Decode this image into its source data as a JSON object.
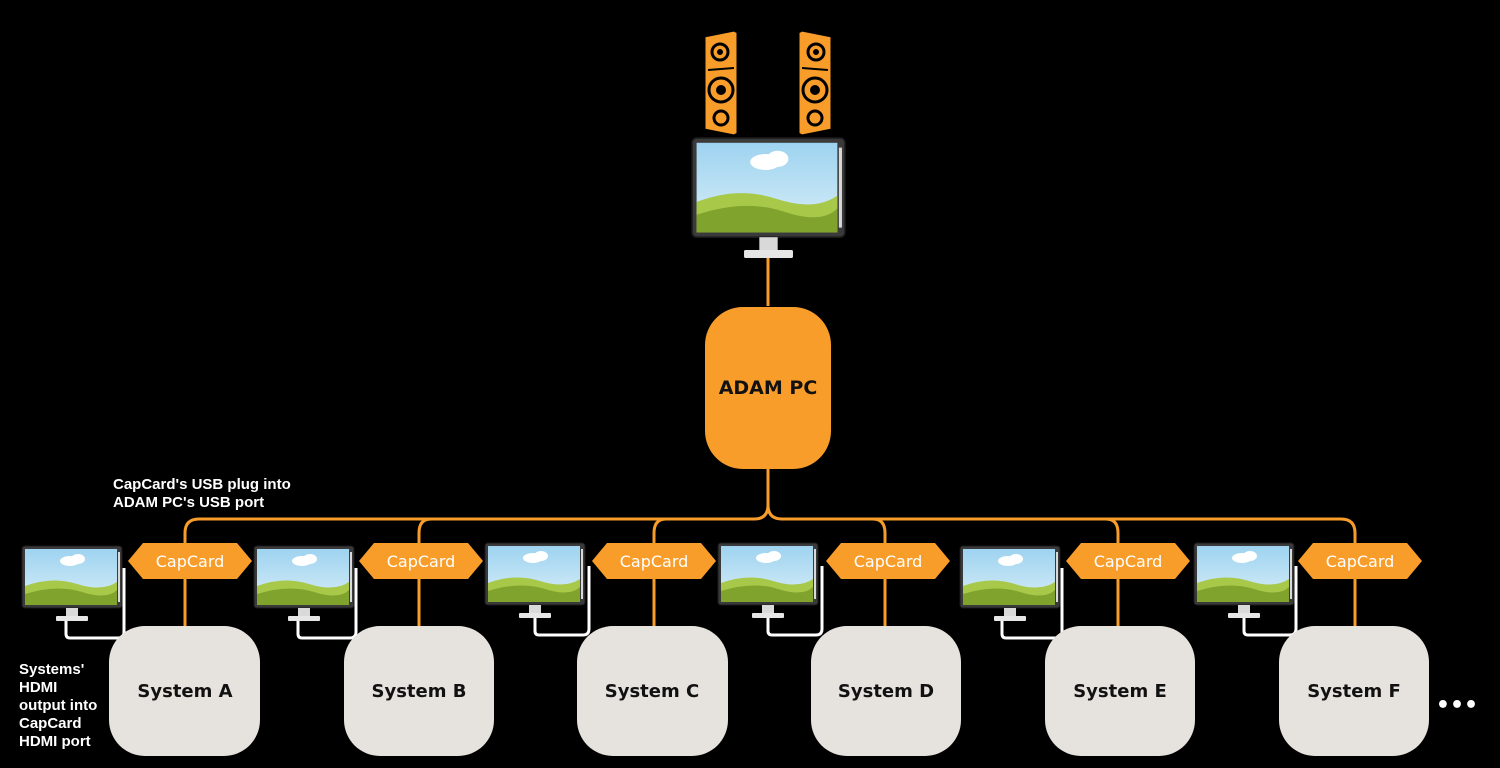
{
  "diagram": {
    "hub_label": "ADAM PC",
    "capcard_label": "CapCard",
    "systems": [
      "System A",
      "System B",
      "System C",
      "System D",
      "System E",
      "System F"
    ],
    "ellipsis": "•••",
    "usb_note_lines": [
      "CapCard's USB plug into",
      "ADAM PC's USB port"
    ],
    "hdmi_note_lines": [
      "Systems'",
      "HDMI",
      "output into",
      "CapCard",
      "HDMI port"
    ]
  },
  "colors": {
    "accent_orange": "#F99D2A",
    "system_box": "#E6E2DD",
    "background": "#000000",
    "cable": "#FFFFFF"
  },
  "icons": [
    "speaker-icon",
    "monitor-icon"
  ]
}
